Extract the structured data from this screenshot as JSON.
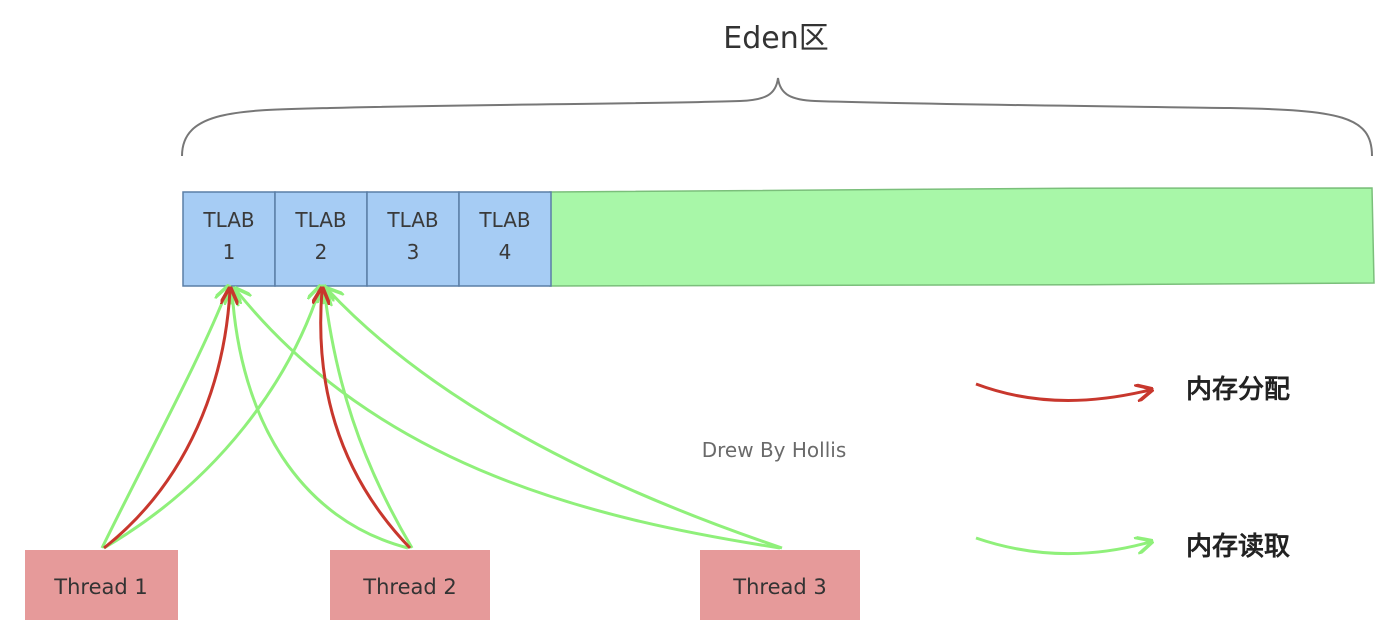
{
  "title": "Eden区",
  "tlabs": [
    {
      "line1": "TLAB",
      "line2": "1"
    },
    {
      "line1": "TLAB",
      "line2": "2"
    },
    {
      "line1": "TLAB",
      "line2": "3"
    },
    {
      "line1": "TLAB",
      "line2": "4"
    }
  ],
  "threads": [
    {
      "label": "Thread 1"
    },
    {
      "label": "Thread 2"
    },
    {
      "label": "Thread 3"
    }
  ],
  "watermark": "Drew By Hollis",
  "legend": {
    "allocate_label": "内存分配",
    "read_label": "内存读取"
  },
  "colors": {
    "tlab_fill": "#a6ccf4",
    "tlab_stroke": "#5a7ea6",
    "eden_free_fill": "#a8f7a8",
    "thread_fill": "#e69a9a",
    "allocate_arrow": "#c8372d",
    "read_arrow": "#8ff07a",
    "brace": "#777777"
  }
}
